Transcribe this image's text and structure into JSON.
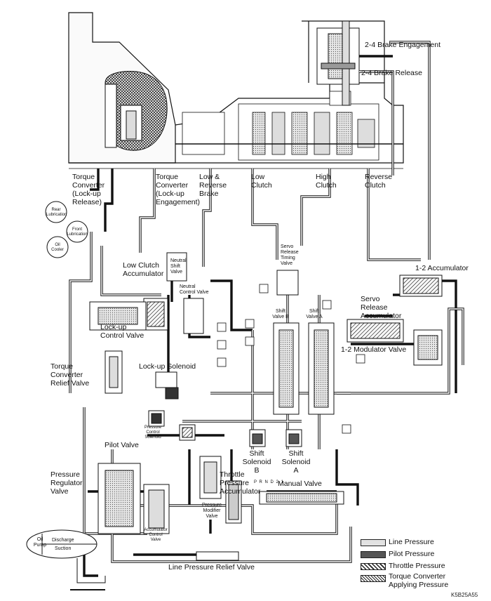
{
  "labels": {
    "brake_engagement": "2-4 Brake Engagement",
    "brake_release": "2-4 Brake Release",
    "tc_lockup_release": "Torque\nConverter\n(Lock-up\nRelease)",
    "tc_lockup_engagement": "Torque\nConverter\n(Lock-up\nEngagement)",
    "low_reverse_brake": "Low &\nReverse\nBrake",
    "low_clutch": "Low\nClutch",
    "high_clutch": "High\nClutch",
    "reverse_clutch": "Reverse\nClutch",
    "rear_lubrication": "Rear\nLubrication",
    "front_lubrication": "Front\nLubrication",
    "oil_cooler": "Oil\nCooler",
    "low_clutch_accumulator": "Low Clutch\nAccumulator",
    "neutral_shift_valve": "Neutral\nShift\nValve",
    "neutral_control_valve": "Neutral\nControl Valve",
    "servo_release_timing_valve": "Servo\nRelease\nTiming\nValve",
    "accumulator_12": "1-2 Accumulator",
    "servo_release_accumulator": "Servo\nRelease\nAccumulator",
    "modulator_valve_12": "1-2 Modulator Valve",
    "shift_valve_b": "Shift\nValve B",
    "shift_valve_a": "Shift\nValve A",
    "lockup_control_valve": "Lock-up\nControl Valve",
    "tc_relief_valve": "Torque\nConverter\nRelief Valve",
    "lockup_solenoid": "Lock-up Solenoid",
    "pressure_control_solenoid": "Pressure\nControl\nSolenoid",
    "pilot_valve": "Pilot Valve",
    "shift_solenoid_b": "Shift\nSolenoid\nB",
    "shift_solenoid_a": "Shift\nSolenoid\nA",
    "throttle_pressure_accumulator": "Throttle\nPressure\nAccumulator",
    "manual_valve": "Manual Valve",
    "manual_positions": "P R N D 2 1",
    "pressure_regulator_valve": "Pressure\nRegulator\nValve",
    "pressure_modifier_valve": "Pressure\nModifier\nValve",
    "accumulator_control_valve": "Accumulator\nControl\nValve",
    "oil_pump": "Oil\nPump",
    "discharge": "Discharge",
    "suction": "Suction",
    "line_pressure_relief_valve": "Line Pressure Relief Valve",
    "figure_code": "K5B25A55"
  },
  "legend": [
    {
      "label": "Line Pressure",
      "pattern": "dots"
    },
    {
      "label": "Pilot Pressure",
      "pattern": "dark"
    },
    {
      "label": "Throttle Pressure",
      "pattern": "hatch"
    },
    {
      "label": "Torque Converter\nApplying Pressure",
      "pattern": "crosshatch"
    }
  ],
  "colors": {
    "ink": "#111111",
    "paper": "#ffffff",
    "fill_light": "#d8d8d8",
    "fill_dark": "#555555"
  }
}
